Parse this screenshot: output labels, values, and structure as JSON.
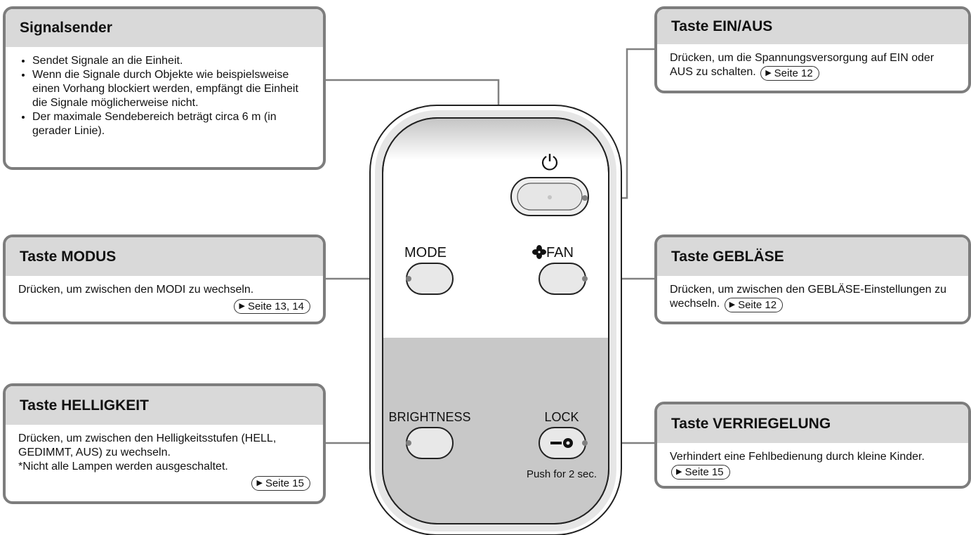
{
  "remote": {
    "power_symbol": "⏻",
    "mode_label": "MODE",
    "fan_label": "FAN",
    "brightness_label": "BRIGHTNESS",
    "lock_label": "LOCK",
    "lock_note": "Push for 2 sec."
  },
  "callouts": {
    "signalsender": {
      "title": "Signalsender",
      "items": [
        "Sendet Signale an die Einheit.",
        "Wenn die Signale durch Objekte wie beispielsweise einen Vorhang blockiert werden, empfängt die Einheit die Signale möglicherweise nicht.",
        "Der maximale Sendebereich beträgt circa 6 m (in gerader Linie)."
      ]
    },
    "einaus": {
      "title": "Taste EIN/AUS",
      "text": "Drücken, um die Spannungsversorgung auf EIN oder AUS zu schalten.",
      "ref": "Seite 12"
    },
    "modus": {
      "title": "Taste MODUS",
      "text": "Drücken, um zwischen den MODI zu wechseln.",
      "ref": "Seite 13, 14"
    },
    "geblaese": {
      "title": "Taste GEBLÄSE",
      "text": "Drücken, um zwischen den GEBLÄSE-Einstellungen zu wechseln.",
      "ref": "Seite 12"
    },
    "helligkeit": {
      "title": "Taste HELLIGKEIT",
      "text1": "Drücken, um zwischen den Helligkeitsstufen (HELL, GEDIMMT, AUS) zu wechseln.",
      "text2": "*Nicht alle Lampen werden ausgeschaltet.",
      "ref": "Seite 15"
    },
    "verriegelung": {
      "title": "Taste VERRIEGELUNG",
      "text": "Verhindert eine Fehlbedienung durch kleine Kinder.",
      "ref": "Seite 15"
    }
  },
  "colors": {
    "frame": "#7d7d7d",
    "header": "#d9d9d9",
    "remote_lower": "#c8c8c8",
    "button": "#e8e8e8"
  }
}
